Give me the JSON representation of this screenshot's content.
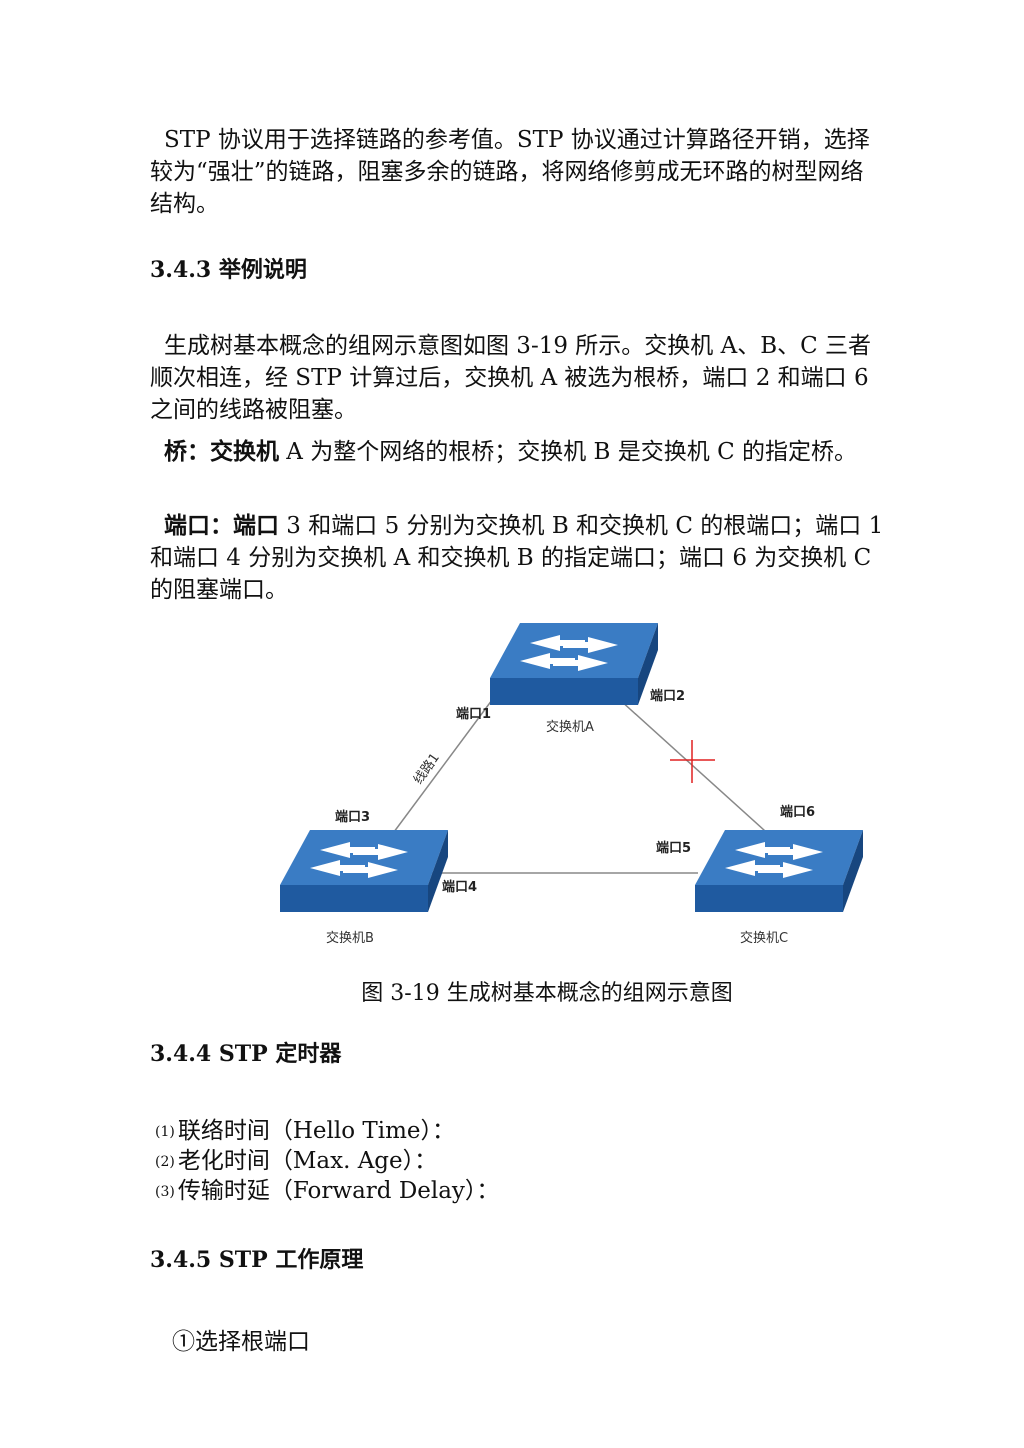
{
  "intro": {
    "text": "STP 协议用于选择链路的参考值。STP 协议通过计算路径开销，选择较为“强壮”的链路，阻塞多余的链路，将网络修剪成无环路的树型网络结构。"
  },
  "section_343": {
    "title": "3.4.3 举例说明",
    "para1": "生成树基本概念的组网示意图如图 3-19 所示。交换机 A、B、C 三者顺次相连，经 STP 计算过后，交换机 A 被选为根桥，端口 2 和端口 6 之间的线路被阻塞。",
    "bridge_label": "桥：交换机",
    "bridge_text": " A 为整个网络的根桥；交换机 B 是交换机 C 的指定桥。",
    "port_label": "端口：端口",
    "port_text": " 3 和端口 5 分别为交换机 B 和交换机 C 的根端口；端口 1 和端口 4 分别为交换机 A 和交换机 B 的指定端口；端口 6 为交换机 C 的阻塞端口。"
  },
  "figure": {
    "switch_a": "交换机A",
    "switch_b": "交换机B",
    "switch_c": "交换机C",
    "port1": "端口1",
    "port2": "端口2",
    "port3": "端口3",
    "port4": "端口4",
    "port5": "端口5",
    "port6": "端口6",
    "link1": "线路1",
    "caption": "图 3-19 生成树基本概念的组网示意图"
  },
  "section_344": {
    "title": "3.4.4 STP 定时器",
    "items": [
      {
        "num": "(1)",
        "text": "联络时间（Hello Time）："
      },
      {
        "num": "(2)",
        "text": "老化时间（Max. Age）："
      },
      {
        "num": "(3)",
        "text": "传输时延（Forward Delay）："
      }
    ]
  },
  "section_345": {
    "title": "3.4.5 STP 工作原理",
    "step1": "①选择根端口"
  },
  "colors": {
    "switch_top": "#2f6fb8",
    "switch_side": "#1f4f8f",
    "block_mark": "#e02020"
  }
}
